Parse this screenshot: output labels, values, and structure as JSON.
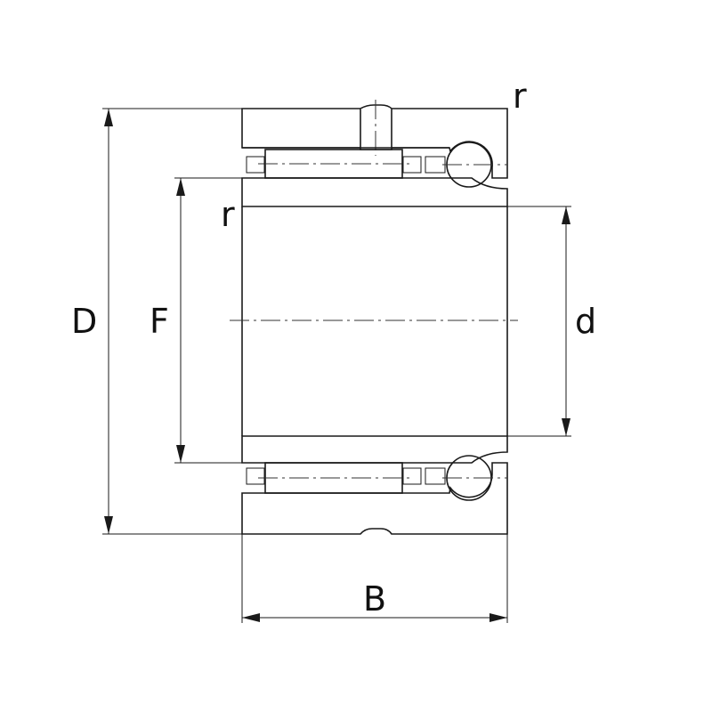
{
  "labels": {
    "outer_diameter": "D",
    "raceway_diameter": "F",
    "bore_diameter": "d",
    "width": "B",
    "chamfer_top": "r",
    "chamfer_inner": "r"
  },
  "colors": {
    "line": "#1a1a1a",
    "background": "#ffffff"
  }
}
